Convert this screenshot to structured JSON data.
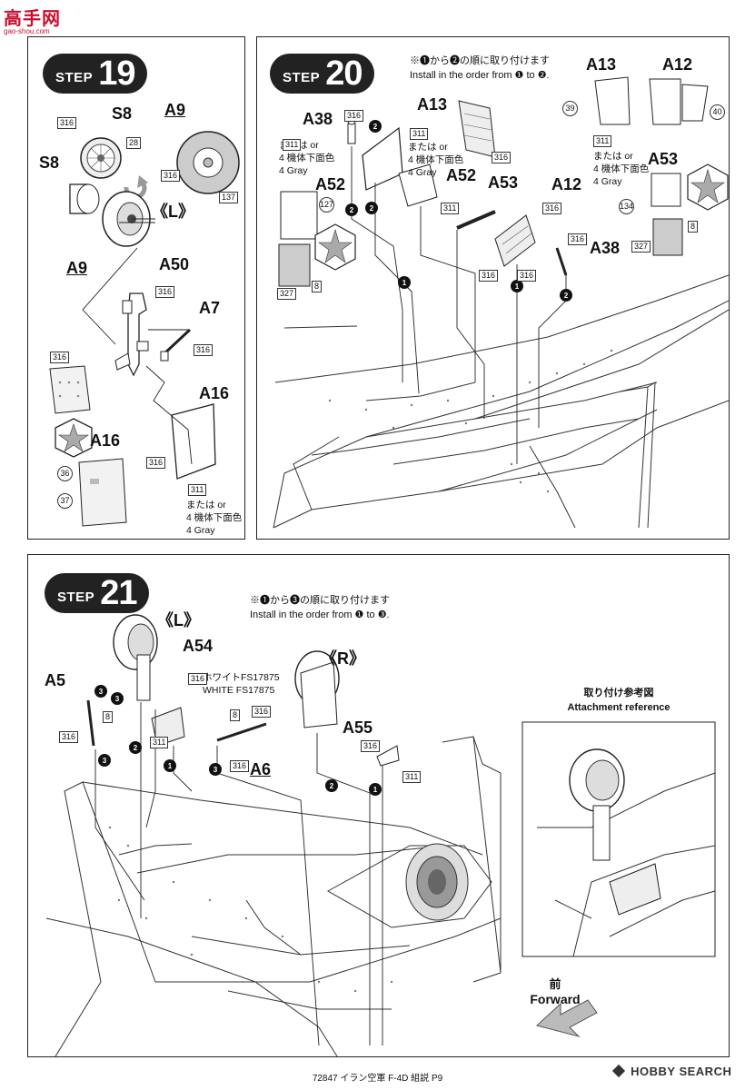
{
  "header": {
    "logo_text": "高手网",
    "logo_subtext": "gao-shou.com"
  },
  "step19": {
    "word": "STEP",
    "number": "19",
    "labels": {
      "s8_top": "S8",
      "a9_top": "A9",
      "s8_left": "S8",
      "l_mark": "《L》",
      "a9_left": "A9",
      "a50": "A50",
      "a7": "A7",
      "a16_right": "A16",
      "a16_left": "A16"
    },
    "codes": [
      "316",
      "28",
      "316",
      "137",
      "316",
      "316",
      "316",
      "316",
      "311"
    ],
    "circles": [
      "36",
      "37"
    ],
    "paint_note": {
      "line1": "または  or",
      "line2": "4 機体下面色",
      "line3": "4 Gray"
    }
  },
  "step20": {
    "word": "STEP",
    "number": "20",
    "note_jp": "※❶から❷の順に取り付けます",
    "note_en": "Install in the order from ❶ to ❷.",
    "labels": {
      "a38_left": "A38",
      "a13_mid": "A13",
      "a52_left": "A52",
      "a52_mid": "A52",
      "a53_mid": "A53",
      "a12_mid": "A12",
      "a38_right": "A38",
      "a13_right": "A13",
      "a12_right": "A12",
      "a53_right": "A53"
    },
    "paint_note_a": {
      "line1": "または  or",
      "line2": "4 機体下面色",
      "line3": "4 Gray"
    },
    "paint_note_b": {
      "line1": "または  or",
      "line2": "4 機体下面色",
      "line3": "4 Gray"
    },
    "paint_note_c": {
      "line1": "または  or",
      "line2": "4 機体下面色",
      "line3": "4 Gray"
    },
    "codes": [
      "316",
      "311",
      "311",
      "316",
      "311",
      "316",
      "316",
      "316",
      "316",
      "311",
      "327",
      "8",
      "327",
      "8"
    ],
    "circles": [
      "127",
      "39",
      "40",
      "134"
    ]
  },
  "step21": {
    "word": "STEP",
    "number": "21",
    "note_jp": "※❶から❸の順に取り付けます",
    "note_en": "Install in the order from ❶ to ❸.",
    "labels": {
      "l_mark": "《L》",
      "a54": "A54",
      "a5": "A5",
      "r_mark": "《R》",
      "a55": "A55",
      "a6": "A6"
    },
    "white_note": {
      "jp": "ホワイトFS17875",
      "en": "WHITE FS17875"
    },
    "codes": [
      "316",
      "8",
      "316",
      "311",
      "8",
      "316",
      "316",
      "316",
      "311"
    ],
    "attachment": {
      "jp": "取り付け参考図",
      "en": "Attachment reference"
    },
    "forward": {
      "jp": "前",
      "en": "Forward"
    }
  },
  "footer": {
    "page_text": "72847 イラン空軍 F-4D 組説 P9",
    "brand": "HOBBY SEARCH"
  }
}
